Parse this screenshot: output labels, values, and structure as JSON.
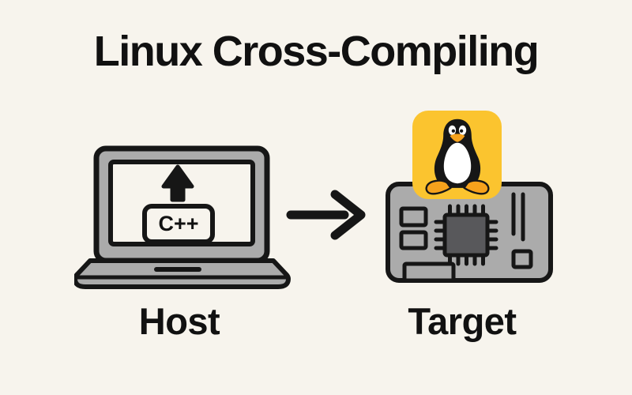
{
  "title": "Linux Cross-Compiling",
  "host": {
    "label": "Host",
    "code_box": "C++"
  },
  "target": {
    "label": "Target"
  },
  "icons": {
    "laptop": "laptop-icon",
    "upload_arrow": "up-arrow-icon",
    "flow_arrow": "right-arrow-icon",
    "circuit_board": "circuit-board-icon",
    "chip": "chip-icon",
    "tux": "linux-tux-icon"
  },
  "colors": {
    "background": "#F7F4ED",
    "outline": "#161616",
    "device_gray": "#ABABAB",
    "chip_gray": "#58585B",
    "linux_yellow": "#FBC42F",
    "tux_orange": "#F6A21C",
    "text": "#111111"
  }
}
